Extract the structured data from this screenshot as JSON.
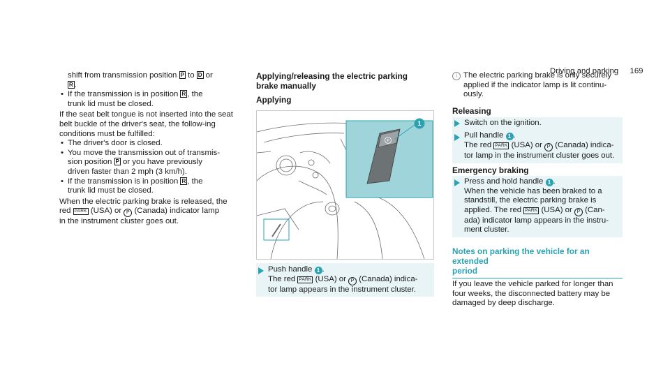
{
  "header": {
    "section": "Driving and parking",
    "page_number": "169"
  },
  "left": {
    "intro_pre": "shift from transmission position ",
    "intro_to": " to ",
    "intro_or": " or",
    "key_p": "P",
    "key_d": "D",
    "key_r": "R",
    "bullet1_pre": "If the transmission is in position ",
    "bullet1_post": ", the",
    "bullet1_line2": "trunk lid must be closed.",
    "para1": "If the seat belt tongue is not inserted into the seat belt buckle of the driver's seat, the follow-ing conditions must be fulfilled:",
    "bullet2": "The driver's door is closed.",
    "bullet3_l1": "You move the transmission out of transmis-",
    "bullet3_l2_pre": "sion position ",
    "bullet3_l2_post": " or you have previously",
    "bullet3_l3": "driven faster than 2 mph (3 km/h).",
    "bullet4_pre": "If the transmission is in position ",
    "bullet4_post": ", the",
    "bullet4_line2": "trunk lid must be closed.",
    "para2_l1": "When the electric parking brake is released, the",
    "para2_l2_pre": "red ",
    "para2_l2_mid": " (USA) or ",
    "para2_l2_post": " (Canada) indicator lamp",
    "para2_l3": "in the instrument cluster goes out."
  },
  "middle": {
    "heading_l1": "Applying/releasing the electric parking",
    "heading_l2": "brake manually",
    "subheading": "Applying",
    "step_l1_pre": "Push handle ",
    "step_l1_post": ".",
    "step_l2_pre": "The red ",
    "step_l2_mid": " (USA) or ",
    "step_l2_post": " (Canada) indica-",
    "step_l3": "tor lamp appears in the instrument cluster.",
    "callout": "1"
  },
  "right": {
    "note_l1": "The electric parking brake is only securely",
    "note_l2": "applied if the indicator lamp is lit continu-",
    "note_l3": "ously.",
    "releasing": "Releasing",
    "r_step1": "Switch on the ignition.",
    "r_step2_l1_pre": "Pull handle ",
    "r_step2_l1_post": ".",
    "r_step2_l2_pre": "The red ",
    "r_step2_l2_mid": " (USA) or ",
    "r_step2_l2_post": " (Canada) indica-",
    "r_step2_l3": "tor lamp in the instrument cluster goes out.",
    "emergency": "Emergency braking",
    "e_l1_pre": "Press and hold handle ",
    "e_l1_post": ".",
    "e_l2": "When the vehicle has been braked to a",
    "e_l3": "standstill, the electric parking brake is",
    "e_l4_pre": "applied. The red ",
    "e_l4_mid": " (USA) or ",
    "e_l4_post": " (Can-",
    "e_l5": "ada) indicator lamp appears in the instru-",
    "e_l6": "ment cluster.",
    "notes_heading_l1": "Notes on parking the vehicle for an extended",
    "notes_heading_l2": "period",
    "notes_l1": "If you leave the vehicle parked for longer than",
    "notes_l2": "four weeks, the disconnected battery may be",
    "notes_l3": "damaged by deep discharge."
  },
  "symbols": {
    "park": "PARK",
    "p_circle": "P",
    "num1": "1",
    "info": "i"
  },
  "colors": {
    "accent": "#2aa2b2",
    "shade": "#e8f4f5",
    "inset": "#9fd4da"
  }
}
